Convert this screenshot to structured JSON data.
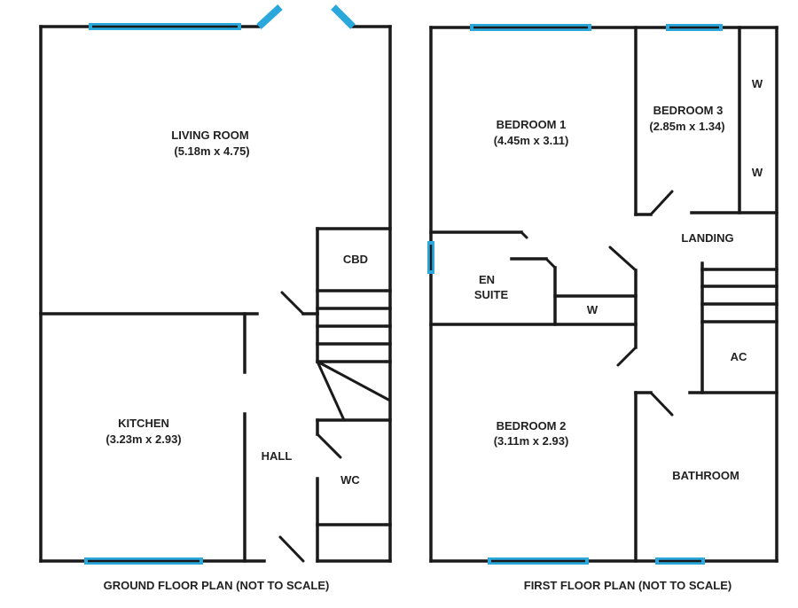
{
  "colors": {
    "wall": "#1a1a1a",
    "window": "#2aa8dc",
    "background": "#ffffff",
    "text": "#222222"
  },
  "ground_floor": {
    "caption": "GROUND FLOOR PLAN (NOT TO SCALE)",
    "rooms": {
      "living_room": {
        "name": "LIVING ROOM",
        "size": "(5.18m x 4.75)"
      },
      "kitchen": {
        "name": "KITCHEN",
        "size": "(3.23m x 2.93)"
      },
      "hall": {
        "name": "HALL"
      },
      "cbd": {
        "name": "CBD"
      },
      "wc": {
        "name": "WC"
      }
    }
  },
  "first_floor": {
    "caption": "FIRST FLOOR PLAN (NOT TO SCALE)",
    "rooms": {
      "bedroom1": {
        "name": "BEDROOM 1",
        "size": "(4.45m x 3.11)"
      },
      "bedroom2": {
        "name": "BEDROOM 2",
        "size": "(3.11m x 2.93)"
      },
      "bedroom3": {
        "name": "BEDROOM 3",
        "size": "(2.85m x 1.34)"
      },
      "ensuite": {
        "name_line1": "EN",
        "name_line2": "SUITE"
      },
      "landing": {
        "name": "LANDING"
      },
      "bathroom": {
        "name": "BATHROOM"
      },
      "ac": {
        "name": "AC"
      },
      "wardrobe_ensuite": {
        "name": "W"
      },
      "wardrobe_bed3_upper": {
        "name": "W"
      },
      "wardrobe_bed3_lower": {
        "name": "W"
      }
    }
  }
}
